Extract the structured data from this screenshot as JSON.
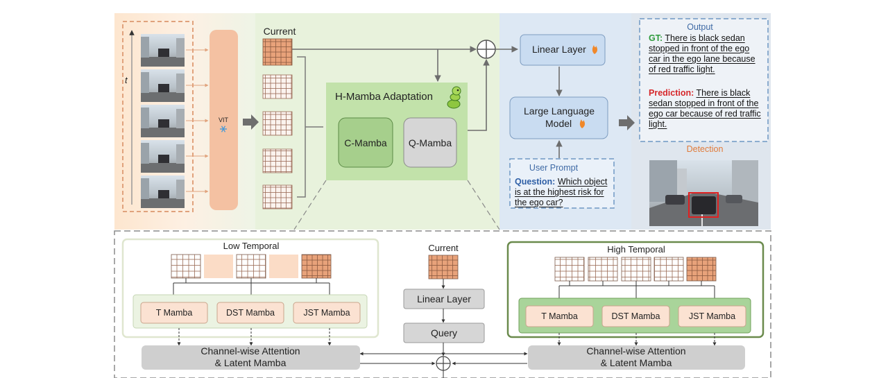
{
  "top": {
    "time_axis_label": "t",
    "vit_label": "VIT",
    "current_label": "Current",
    "hmamba_title": "H-Mamba Adaptation",
    "c_mamba": "C-Mamba",
    "q_mamba": "Q-Mamba",
    "linear_layer": "Linear Layer",
    "llm_line1": "Large Language",
    "llm_line2": "Model",
    "user_prompt_title": "User Prompt",
    "question_label": "Question:",
    "question_text": "Which object is at the highest risk for the ego car?",
    "output_title": "Output",
    "gt_label": "GT:",
    "gt_text": "There is  black sedan stopped in front of the ego car in the ego lane because of red traffic light.",
    "prediction_label": "Prediction:",
    "prediction_text": "There is  black sedan stopped in front of the ego car because of red traffic light.",
    "detection_title": "Detection"
  },
  "bottom": {
    "low_temporal": "Low Temporal",
    "high_temporal": "High Temporal",
    "current": "Current",
    "linear_layer": "Linear Layer",
    "query": "Query",
    "t_mamba": "T Mamba",
    "dst_mamba": "DST Mamba",
    "jst_mamba": "JST Mamba",
    "cwa_line1": "Channel-wise Attention",
    "cwa_line2": "& Latent Mamba"
  },
  "colors": {
    "video_bg": "#fbe9d8",
    "vit_bar": "#f2b48e",
    "green_panel": "#e2f0d4",
    "blue_panel": "#dde9f7",
    "box_blue": "#c9dcf1",
    "c_mamba": "#a9cf91",
    "q_mamba": "#d3d3d3",
    "grid_orange": "#e8a27a",
    "gray_box": "#d6d6d6",
    "peach_box": "#fae0ce",
    "green_box": "#a9d49a"
  },
  "icons": [
    "snowflake-icon",
    "flame-icon",
    "snake-icon",
    "plus-circle-icon"
  ]
}
